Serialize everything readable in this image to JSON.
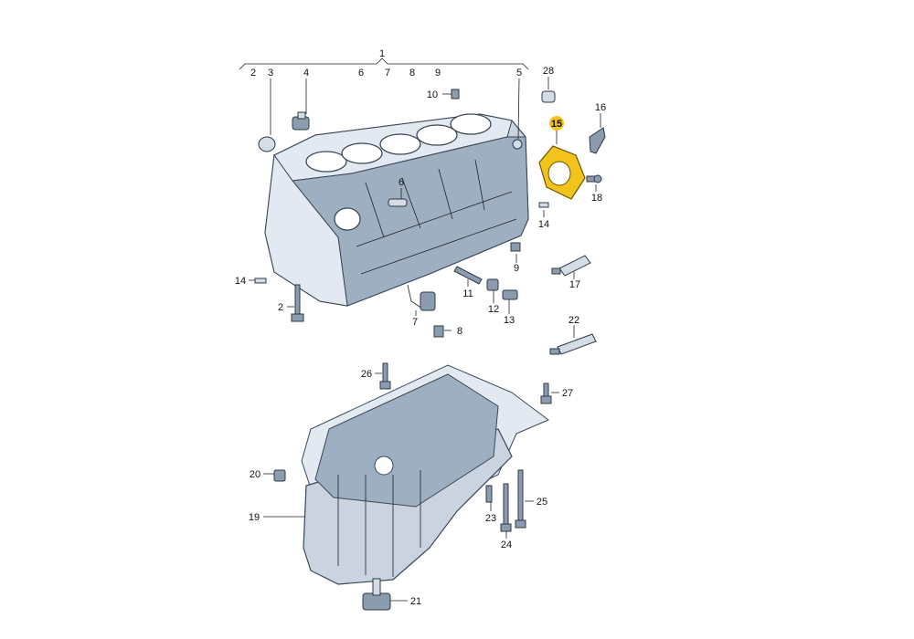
{
  "callouts": {
    "c1": "1",
    "c2a": "2",
    "c3": "3",
    "c4": "4",
    "c6a": "6",
    "c7a": "7",
    "c8a": "8",
    "c9a": "9",
    "c5": "5",
    "c28": "28",
    "c10": "10",
    "c16": "16",
    "c15": "15",
    "c18": "18",
    "c14a": "14",
    "c6b": "6",
    "c9b": "9",
    "c17": "17",
    "c14b": "14",
    "c2b": "2",
    "c11": "11",
    "c12": "12",
    "c13": "13",
    "c7b": "7",
    "c8b": "8",
    "c22": "22",
    "c26": "26",
    "c27": "27",
    "c20": "20",
    "c19": "19",
    "c25": "25",
    "c23": "23",
    "c24": "24",
    "c21": "21"
  },
  "highlight_color": "#f2c31a",
  "highlighted_part": "15"
}
